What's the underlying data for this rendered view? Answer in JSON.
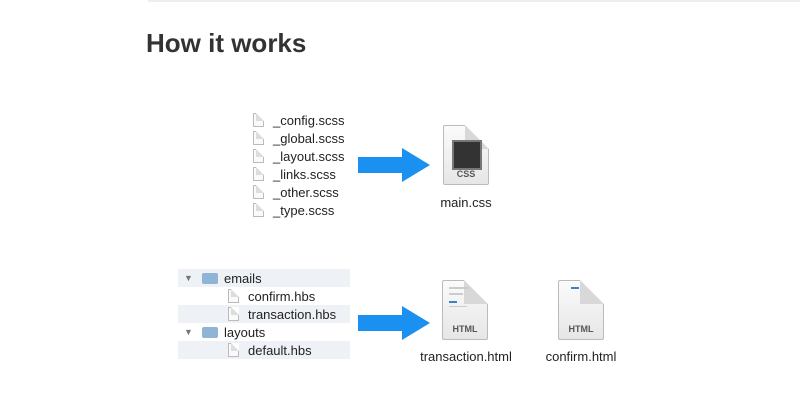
{
  "title": "How it works",
  "scss_files": [
    "_config.scss",
    "_global.scss",
    "_layout.scss",
    "_links.scss",
    "_other.scss",
    "_type.scss"
  ],
  "css_output": {
    "badge": "CSS",
    "name": "main.css"
  },
  "tree": {
    "folders": [
      {
        "name": "emails",
        "files": [
          "confirm.hbs",
          "transaction.hbs"
        ]
      },
      {
        "name": "layouts",
        "files": [
          "default.hbs"
        ]
      }
    ]
  },
  "html_outputs": [
    {
      "badge": "HTML",
      "name": "transaction.html"
    },
    {
      "badge": "HTML",
      "name": "confirm.html"
    }
  ],
  "colors": {
    "arrow": "#1a90f0"
  }
}
